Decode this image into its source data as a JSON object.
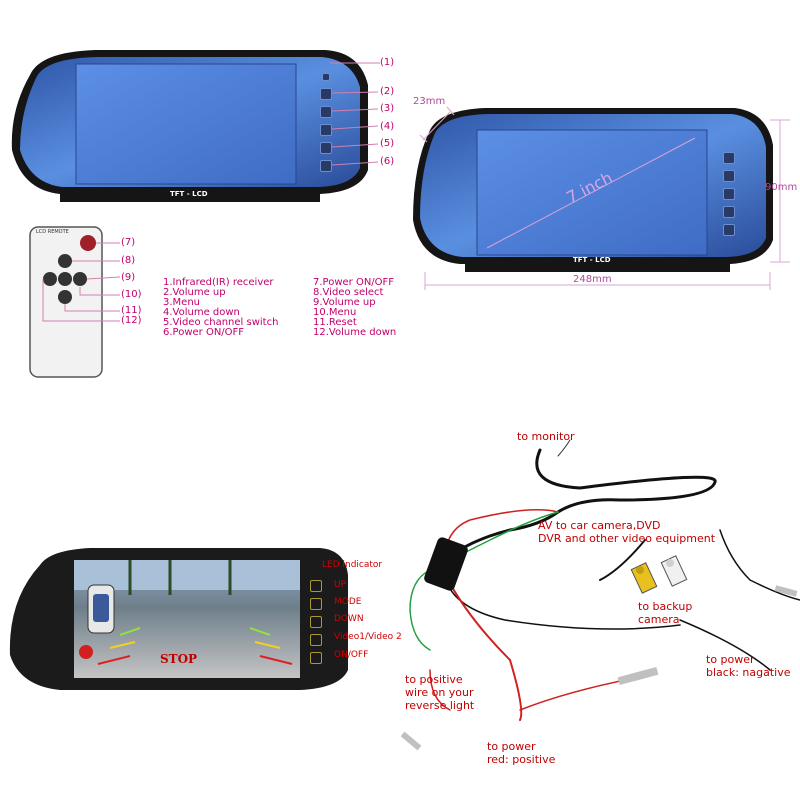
{
  "monitor_front": {
    "panel_label": "TFT - LCD",
    "callouts": [
      "(1)",
      "(2)",
      "(3)",
      "(4)",
      "(5)",
      "(6)"
    ],
    "button_icons": [
      "ir-receiver-icon",
      "up-arrow-icon",
      "menu-icon",
      "down-arrow-icon",
      "video-switch-icon",
      "power-icon"
    ]
  },
  "monitor_dimensions": {
    "panel_label": "TFT - LCD",
    "depth": "23mm",
    "diagonal": "7 inch",
    "height": "90mm",
    "width": "248mm"
  },
  "remote": {
    "title": "LCD REMOTE",
    "callouts": [
      "(7)",
      "(8)",
      "(9)",
      "(10)",
      "(11)",
      "(12)"
    ]
  },
  "legend_left": [
    "1.Infrared(IR) receiver",
    "2.Volume up",
    "3.Menu",
    "4.Volume down",
    "5.Video channel switch",
    "6.Power ON/OFF"
  ],
  "legend_right": [
    "7.Power ON/OFF",
    "8.Video select",
    "9.Volume up",
    "10.Menu",
    "11.Reset",
    "12.Volume down"
  ],
  "monitor_live": {
    "screen_text": "STOP",
    "labels": [
      "LED indicator",
      "UP",
      "MODE",
      "DOWN",
      "Video1/Video 2",
      "ON/OFF"
    ]
  },
  "wiring": {
    "to_monitor": "to monitor",
    "av_line1": "AV to car camera,DVD",
    "av_line2": "DVR and other video equipment",
    "backup_line1": "to backup",
    "backup_line2": "camera",
    "power_black_line1": "to power",
    "power_black_line2": "black: nagative",
    "reverse_line1": "to positive",
    "reverse_line2": "wire on your",
    "reverse_line3": "reverse light",
    "power_red_line1": "to power",
    "power_red_line2": "red: positive"
  },
  "colors": {
    "callout": "#c0006a",
    "wire_label": "#c00000",
    "screen_blue": "#4f7fd6",
    "bezel": "#1b1b1b"
  }
}
